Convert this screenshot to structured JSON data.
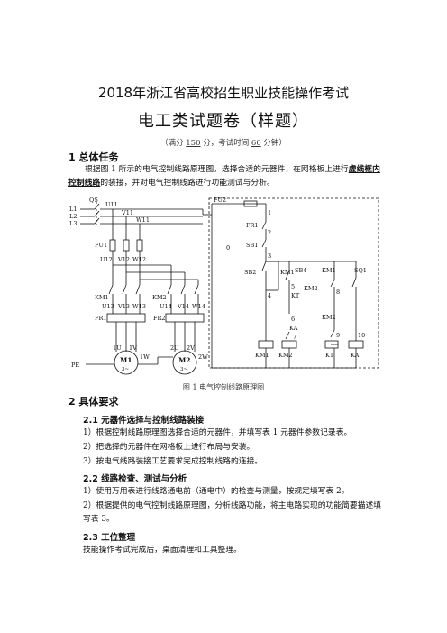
{
  "header": {
    "title": "2018年浙江省高校招生职业技能操作考试",
    "subtitle": "电工类试题卷（样题）",
    "meta_prefix": "（满分 ",
    "score": "150",
    "meta_middle": " 分，考试时间 ",
    "time": "60",
    "meta_suffix": " 分钟）"
  },
  "section1": {
    "heading": "1 总体任务",
    "p_part1": "根据图 1 所示的电气控制线路原理图，选择合适的元器件，在网格板上进行",
    "p_emph": "虚线框内控制线路",
    "p_part2": "的装接，并对电气控制线路进行功能测试与分析。"
  },
  "diagram": {
    "caption": "图 1 电气控制线路原理图",
    "labels": {
      "L1": "L1",
      "L2": "L2",
      "L3": "L3",
      "QS": "QS",
      "U11": "U11",
      "V11": "V11",
      "W11": "W11",
      "FU1": "FU1",
      "U12": "U12",
      "V12": "V12",
      "W12": "W12",
      "KM1": "KM1",
      "KM2": "KM2",
      "U13": "U13",
      "V13": "V13",
      "W13": "W13",
      "U14": "U14",
      "V14": "V14",
      "W14": "W14",
      "FR1": "FR1",
      "FR2": "FR2",
      "M1": "M1",
      "M2": "M2",
      "phase3": "3~",
      "1U": "1U",
      "1V": "1V",
      "1W": "1W",
      "2U": "2U",
      "2V": "2V",
      "2W": "2W",
      "PE": "PE",
      "FU2": "FU2",
      "SB1": "SB1",
      "SB2": "SB2",
      "SB4": "SB4",
      "SQ1": "SQ1",
      "KT": "KT",
      "KA": "KA",
      "n0": "0",
      "n1": "1",
      "n2": "2",
      "n3": "3",
      "n4": "4",
      "n5": "5",
      "n6": "6",
      "n7": "7",
      "n8": "8",
      "n9": "9",
      "n10": "10"
    }
  },
  "section2": {
    "heading": "2  具体要求",
    "s21": "2.1 元器件选择与控制线路装接",
    "s21_1": "1）根据控制线路原理图选择合适的元器件，并填写表 1 元器件参数记录表。",
    "s21_2": "2）把选择的元器件在网格板上进行布局与安装。",
    "s21_3": "3）按电气线路装接工艺要求完成控制线路的连接。",
    "s22": "2.2  线路检查、测试与分析",
    "s22_1": "1）使用万用表进行线路通电前（通电中）的检查与测量，按规定填写表 2。",
    "s22_2": "2）根据提供的电气控制线路原理图，分析线路功能，将主电路实现的功能简要描述填写表 3。",
    "s23": "2.3 工位整理",
    "s23_1": "技能操作考试完成后，桌面清理和工具整理。"
  }
}
